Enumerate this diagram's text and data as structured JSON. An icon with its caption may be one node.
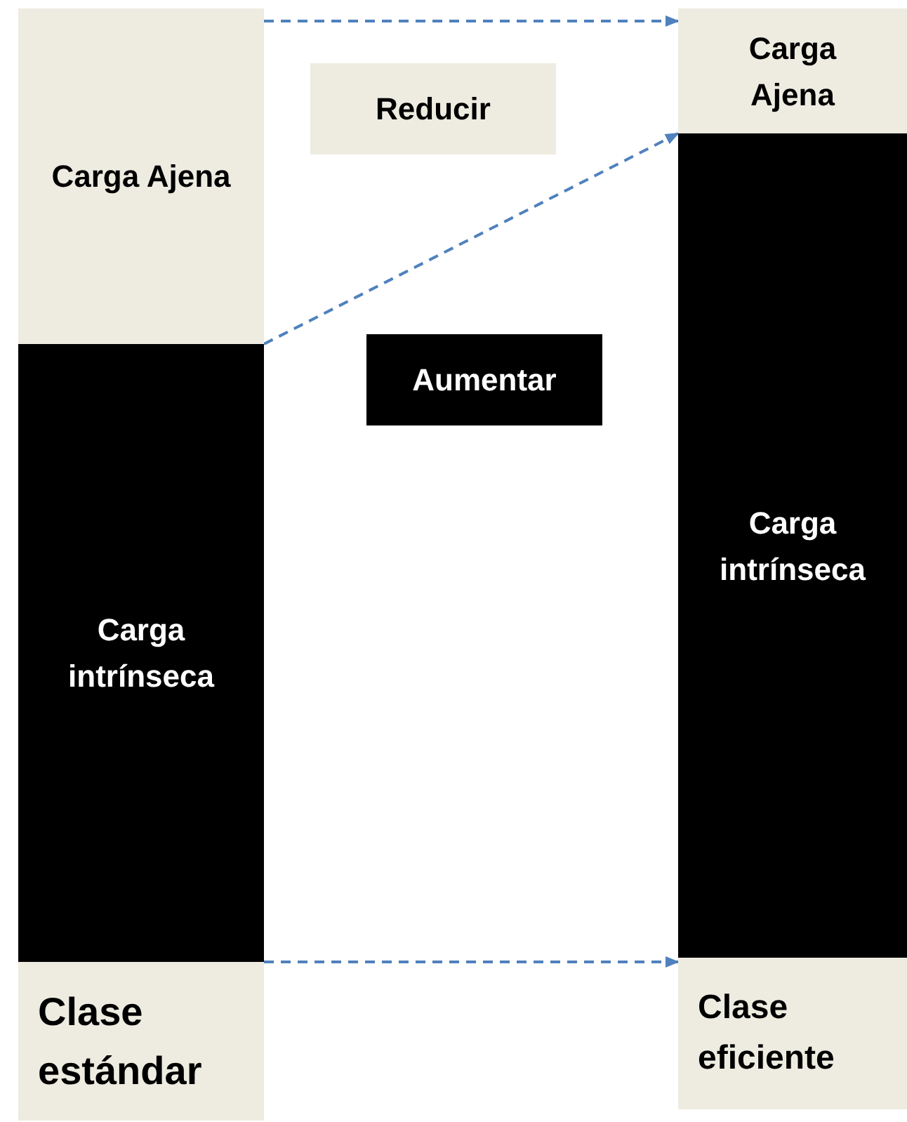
{
  "diagram": {
    "nodes": [
      {
        "text": [
          "Carga Ajena"
        ]
      },
      {
        "text": [
          "Carga intrínseca"
        ]
      },
      {
        "text": [
          "Clase estándar"
        ]
      },
      {
        "text": [
          "Reducir"
        ]
      },
      {
        "text": [
          "Aumentar"
        ]
      },
      {
        "text": [
          "Carga Ajena"
        ]
      },
      {
        "text": [
          "Carga intrínseca"
        ]
      },
      {
        "text": [
          "Clase eficiente"
        ]
      }
    ],
    "edges": [
      {
        "from": 0,
        "to": 5,
        "arrow": "to",
        "style": "dashed"
      },
      {
        "from": 1,
        "to": 6,
        "arrow": "to",
        "style": "dashed"
      },
      {
        "from": 2,
        "to": 7,
        "arrow": "to",
        "style": "dashed"
      }
    ]
  }
}
